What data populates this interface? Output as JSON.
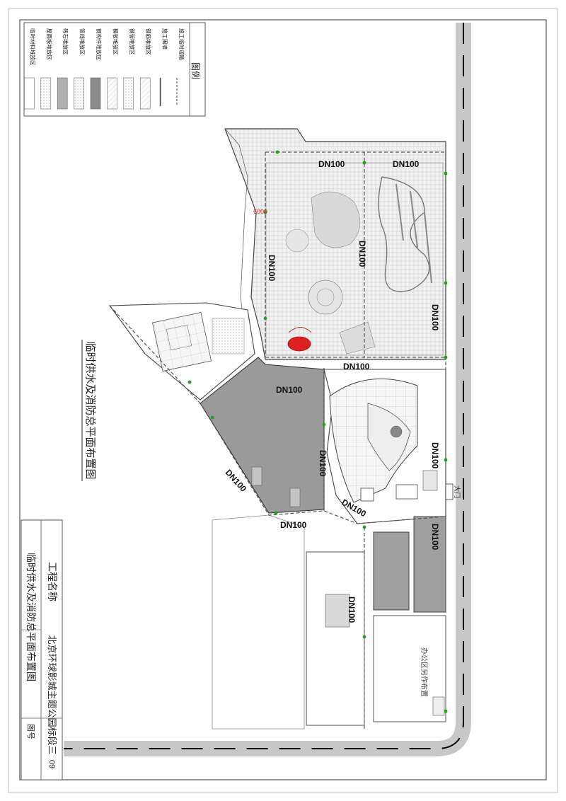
{
  "drawing": {
    "title": "临时供水及消防总平面布置图",
    "pipe_label": "DN100",
    "dimension_mark": "6000"
  },
  "legend": {
    "title": "图例",
    "items": [
      {
        "label": "施工临时道路"
      },
      {
        "label": "施工围墙"
      },
      {
        "label": "钢筋堆放区"
      },
      {
        "label": "钢管堆放区"
      },
      {
        "label": "模板堆放区"
      },
      {
        "label": "钢构件堆放区"
      },
      {
        "label": "管线堆放区"
      },
      {
        "label": "砖石堆放区"
      },
      {
        "label": "屋面板堆放区"
      },
      {
        "label": "临时材料堆放区"
      }
    ]
  },
  "title_block": {
    "project_name_label": "工程名称",
    "project_name_value": "北京环球影城主题公园标段三",
    "drawing_title": "临时供水及消防总平面布置图",
    "drawing_no_label": "图号",
    "drawing_no_value": "09"
  },
  "site_labels": {
    "gate": "大门",
    "office_area": "办公区另作布置"
  },
  "colors": {
    "road": "#c8c8c8",
    "road_dash": "#000000",
    "hatch_dark": "#9a9a9a",
    "accent_red": "#e02020",
    "hydrant_green": "#22a022"
  }
}
